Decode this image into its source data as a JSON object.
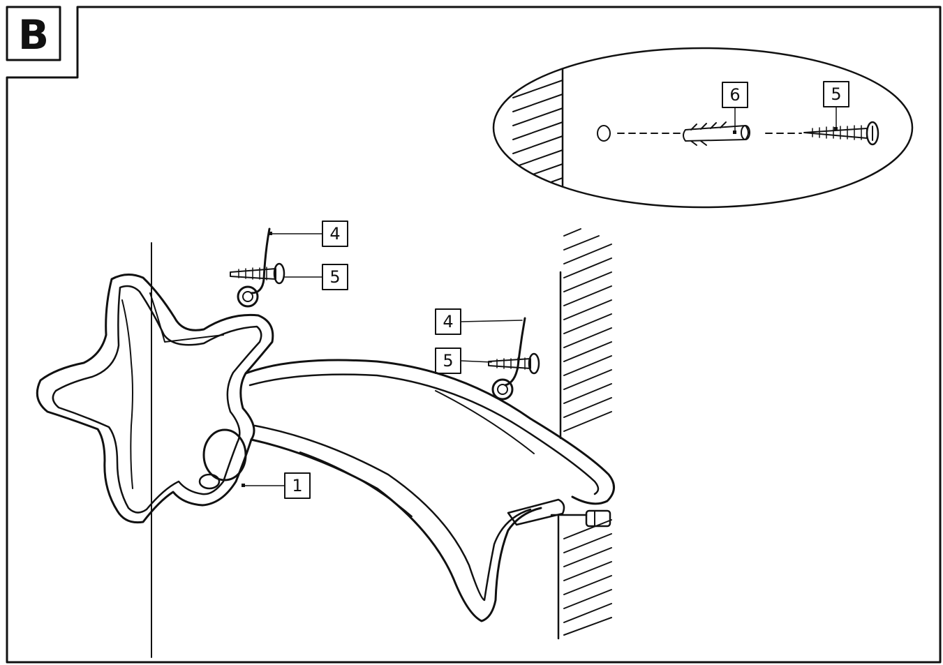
{
  "figure": {
    "section_label": "B"
  },
  "callouts": {
    "inset_dowel": "6",
    "inset_screw": "5",
    "top_hook": "4",
    "top_screw": "5",
    "right_hook": "4",
    "right_screw": "5",
    "light_figure": "1"
  },
  "icons": {
    "star": "shooting-star-light",
    "hook": "wall-hook",
    "screw": "wall-screw",
    "dowel": "wall-plug"
  },
  "colors": {
    "ink": "#111111",
    "callout_fill": "#eeeeee",
    "background": "#ffffff"
  }
}
